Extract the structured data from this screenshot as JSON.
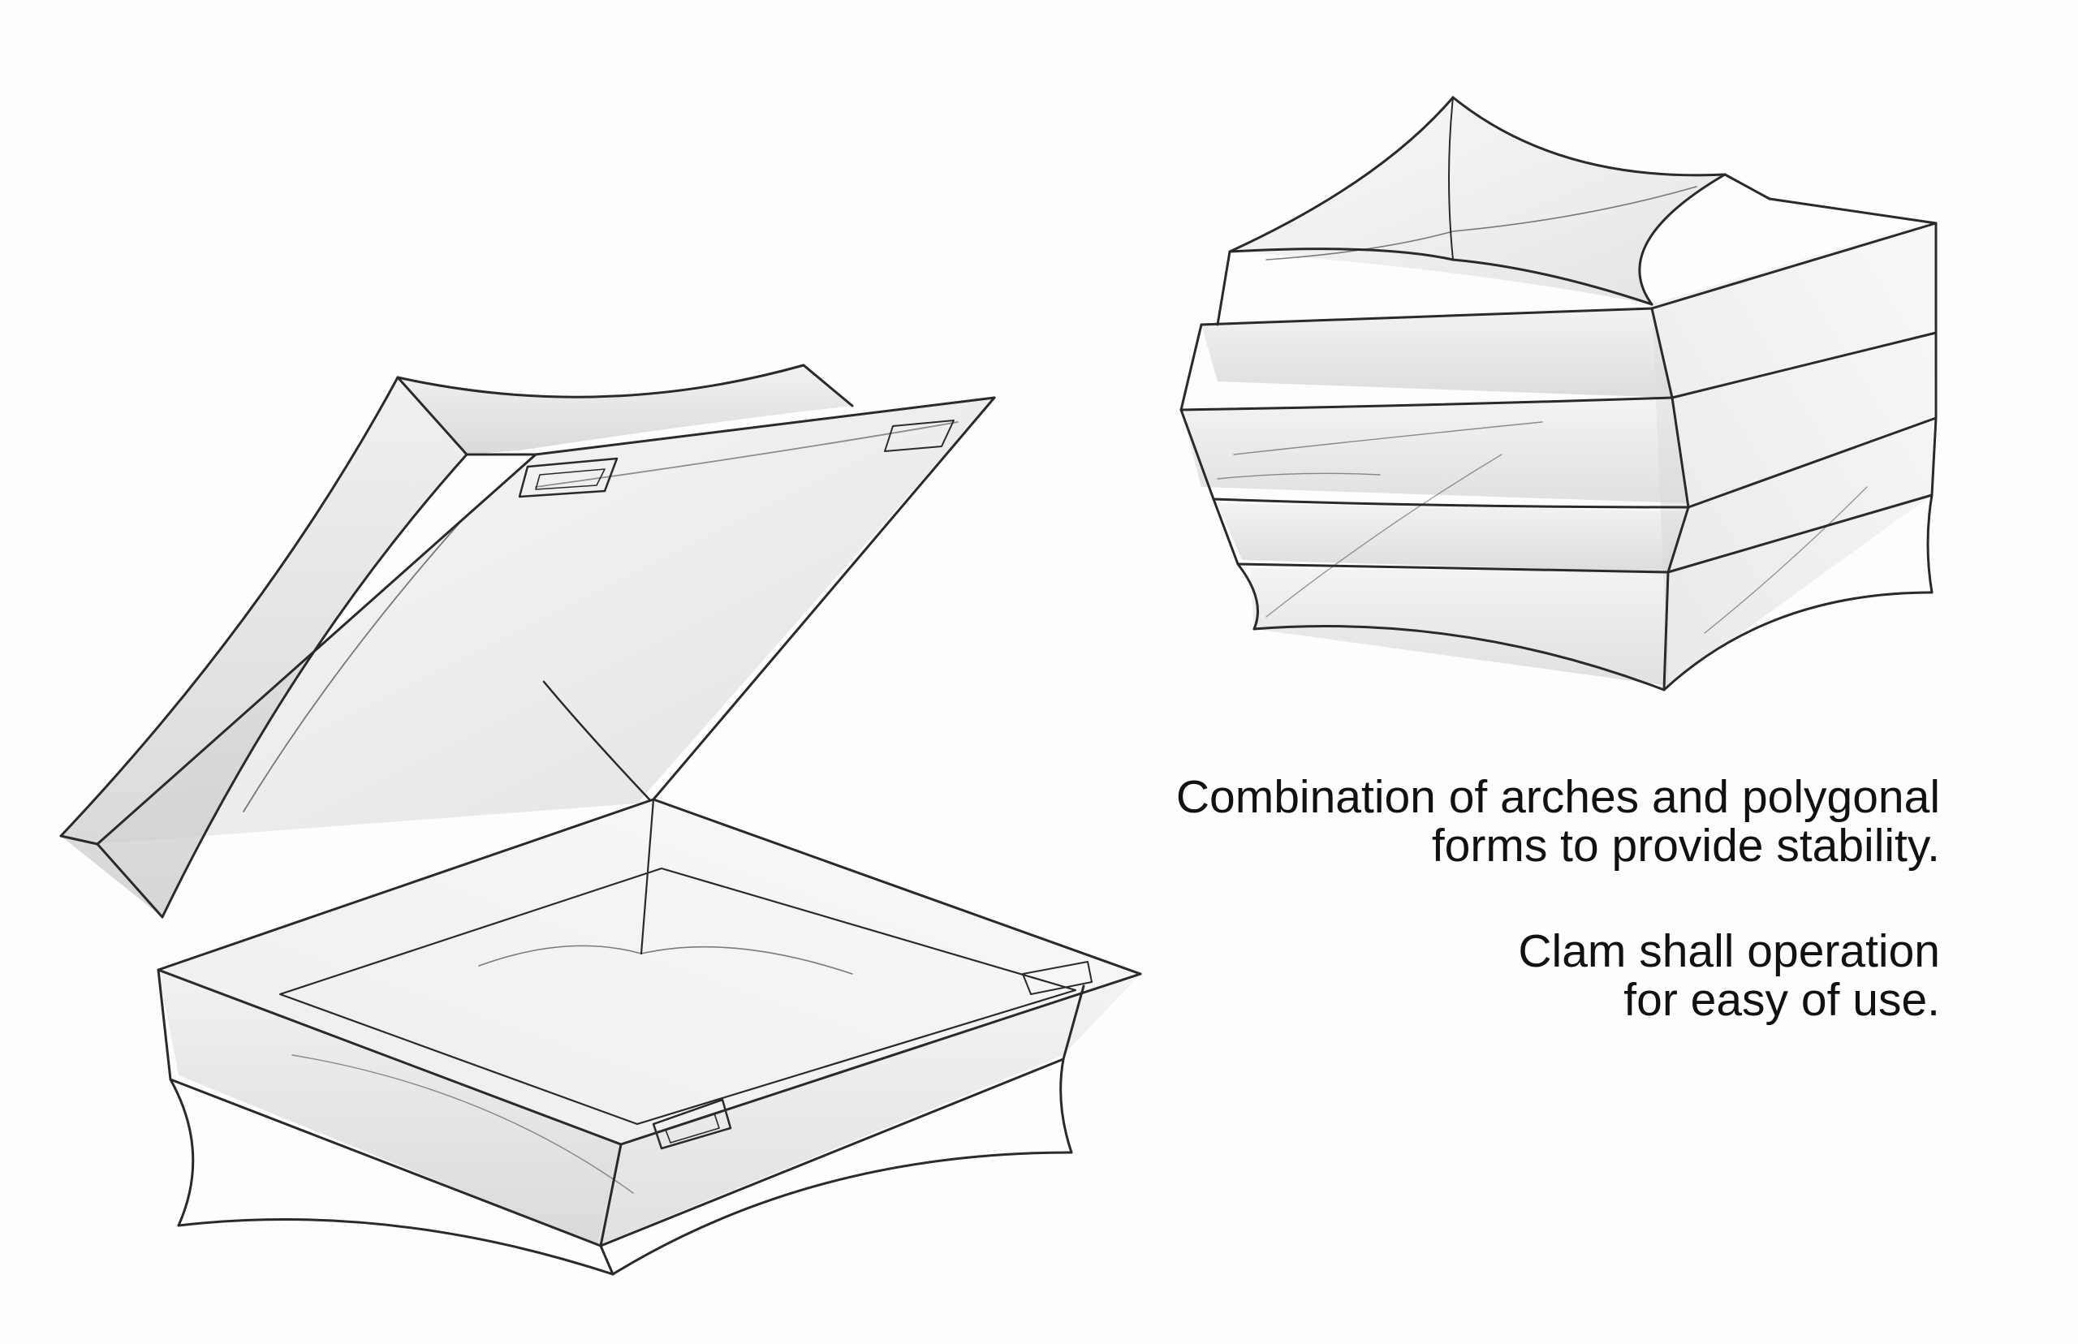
{
  "notes": [
    {
      "lines": [
        "Combination of arches and polygonal",
        "forms to provide stability."
      ]
    },
    {
      "lines": [
        "Clam shall operation",
        "for easy of use."
      ]
    }
  ],
  "colors": {
    "paper": "#fdfdfd",
    "ink": "#111111",
    "pencil": "#2a2a2a",
    "shade": "#cfcfcf"
  },
  "icons": [
    "open-clamshell-box-sketch",
    "stacked-box-sketch"
  ]
}
